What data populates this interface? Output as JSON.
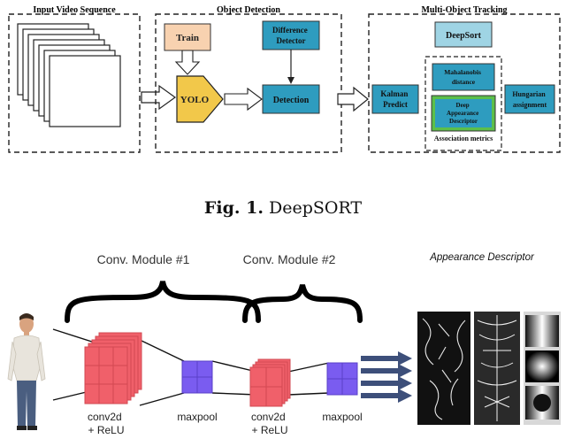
{
  "fig1": {
    "input_title": "Input Video Sequence",
    "detection_title": "Object Detection",
    "tracking_title": "Multi-Object Tracking",
    "train": "Train",
    "yolo": "YOLO",
    "difference_detector": [
      "Difference",
      "Detector"
    ],
    "detection": "Detection",
    "deepsort": "DeepSort",
    "kalman": [
      "Kalman",
      "Predict"
    ],
    "mahalanobis": [
      "Mahalanobis",
      "distance"
    ],
    "deep_appearance": [
      "Deep",
      "Appearance",
      "Descriptor"
    ],
    "association_metrics": "Association metrics",
    "hungarian": [
      "Hungarian",
      "assignment"
    ],
    "caption_label": "Fig. 1.",
    "caption_text": "DeepSORT"
  },
  "fig2": {
    "conv_module_1": "Conv. Module #1",
    "conv_module_2": "Conv. Module #2",
    "appearance_descriptor": "Appearance Descriptor",
    "conv2d_label_1": [
      "conv2d",
      "+ ReLU"
    ],
    "maxpool_label_1": "maxpool",
    "conv2d_label_2": [
      "conv2d",
      "+ ReLU"
    ],
    "maxpool_label_2": "maxpool"
  },
  "colors": {
    "teal_box": "#2e9cbf",
    "teal_light": "#9fd4e4",
    "train_box": "#f8d2b0",
    "yolo_box": "#f2c84a",
    "conv_red": "#f0606a",
    "maxpool_purple": "#7a5cf0",
    "arrow_navy": "#3d4f7a",
    "green_outline": "#5cbf4a"
  }
}
